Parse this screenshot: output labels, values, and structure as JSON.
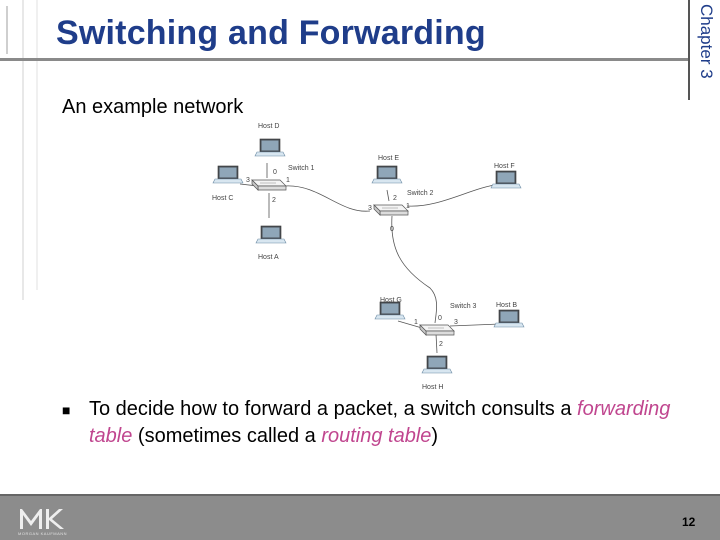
{
  "slide": {
    "title": "Switching and Forwarding",
    "chapter_label": "Chapter 3",
    "subtitle": "An example network",
    "bullet": {
      "part1": "To decide how to forward a packet, a switch consults a ",
      "emph1": "forwarding table",
      "part2": " (sometimes called a ",
      "emph2": "routing table",
      "part3": ")"
    },
    "page_number": "12",
    "logo_text": "MK",
    "logo_subtext": "MORGAN KAUFMANN"
  },
  "diagram": {
    "switch1": {
      "label": "Switch 1",
      "ports": [
        "0",
        "1",
        "2",
        "3"
      ]
    },
    "switch2": {
      "label": "Switch 2",
      "ports": [
        "0",
        "1",
        "2",
        "3"
      ]
    },
    "switch3": {
      "label": "Switch 3",
      "ports": [
        "0",
        "1",
        "2",
        "3"
      ]
    },
    "hosts": {
      "A": "Host A",
      "B": "Host B",
      "C": "Host C",
      "D": "Host D",
      "E": "Host E",
      "F": "Host F",
      "G": "Host G",
      "H": "Host H"
    }
  },
  "colors": {
    "title": "#1f3d8a",
    "emphasis": "#c0468f",
    "footer": "#8c8c8c"
  }
}
